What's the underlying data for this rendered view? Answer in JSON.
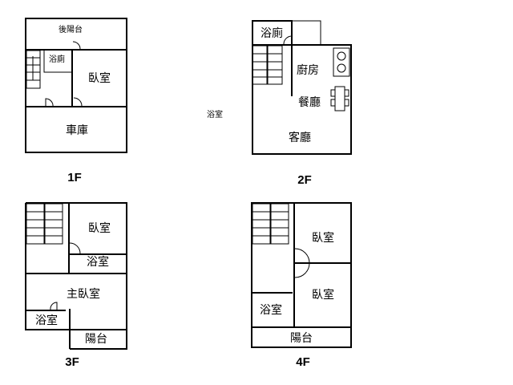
{
  "floors": [
    {
      "label": "1F",
      "rooms": [
        "後陽台",
        "浴廁",
        "臥室",
        "車庫"
      ]
    },
    {
      "label": "2F",
      "rooms": [
        "浴廁",
        "廚房",
        "餐廳",
        "客廳"
      ]
    },
    {
      "label": "3F",
      "rooms": [
        "臥室",
        "浴室",
        "主臥室",
        "浴室",
        "陽台"
      ]
    },
    {
      "label": "4F",
      "rooms": [
        "臥室",
        "臥室",
        "浴室",
        "陽台"
      ]
    }
  ],
  "stray_label": "浴室"
}
